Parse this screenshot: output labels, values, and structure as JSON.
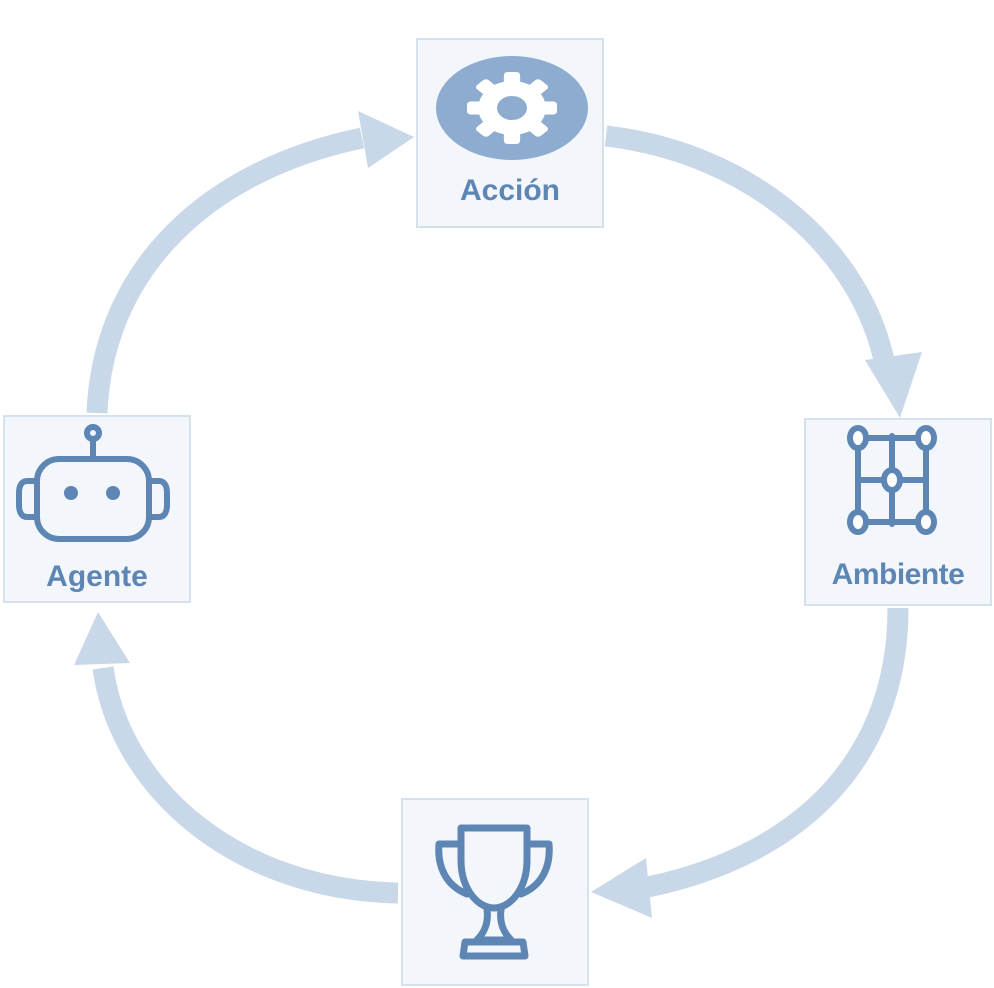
{
  "diagram": {
    "nodes": [
      {
        "id": "accion",
        "label": "Acción",
        "icon": "gear-icon"
      },
      {
        "id": "ambiente",
        "label": "Ambiente",
        "icon": "grid-network-icon"
      },
      {
        "id": "recompensa",
        "label": "",
        "icon": "trophy-icon"
      },
      {
        "id": "agente",
        "label": "Agente",
        "icon": "robot-icon"
      }
    ],
    "edges": [
      {
        "from": "agente",
        "to": "accion"
      },
      {
        "from": "accion",
        "to": "ambiente"
      },
      {
        "from": "ambiente",
        "to": "recompensa"
      },
      {
        "from": "recompensa",
        "to": "agente"
      }
    ]
  },
  "colors": {
    "arrow": "#c9d8e9",
    "icon": "#5e86b5",
    "gear_disc": "#8eabd0",
    "node_bg": "#f3f6fb",
    "node_border": "#d6e1ef"
  }
}
